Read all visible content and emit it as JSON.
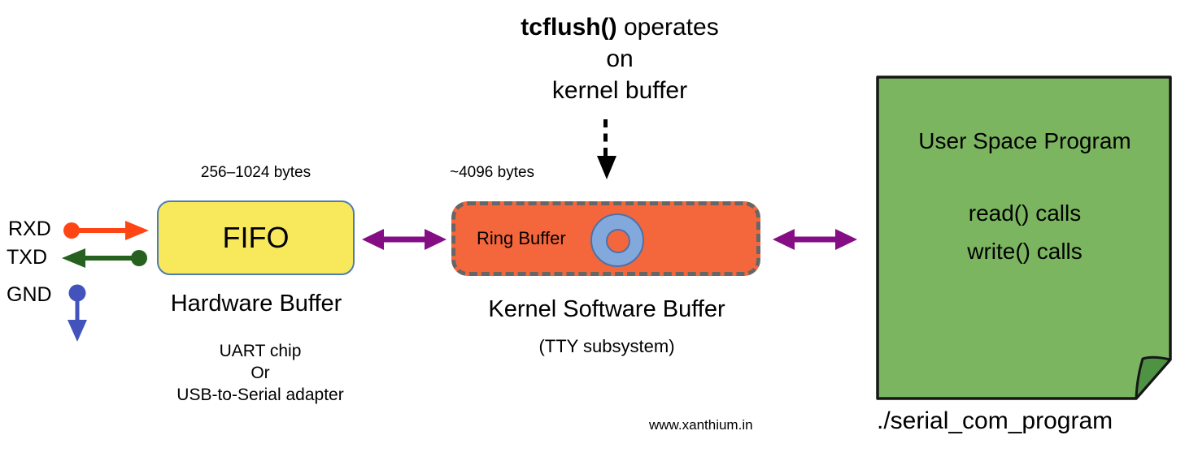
{
  "annotation": {
    "bold": "tcflush()",
    "rest": " operates",
    "line2": "on",
    "line3": "kernel buffer"
  },
  "hardware": {
    "size_label": "256–1024 bytes",
    "box_label": "FIFO",
    "caption": "Hardware Buffer",
    "sub_lines": [
      "UART chip",
      "Or",
      "USB-to-Serial adapter"
    ],
    "fill": "#F8E95C",
    "border": "#4E7CB5"
  },
  "pins": {
    "rxd": "RXD",
    "txd": "TXD",
    "gnd": "GND",
    "rxd_color": "#FF4514",
    "txd_color": "#27611F",
    "gnd_color": "#4254BC"
  },
  "kernel": {
    "size_label": "~4096 bytes",
    "box_label": "Ring Buffer",
    "caption": "Kernel Software Buffer",
    "subcaption": "(TTY subsystem)",
    "fill": "#F4673C",
    "border": "#666666",
    "ring_fill": "#83A9DC",
    "ring_border": "#4D71A8"
  },
  "userspace": {
    "title": "User Space Program",
    "read_line": "read() calls",
    "write_line": "write() calls",
    "caption": "./serial_com_program",
    "fill": "#7BB560",
    "fold_fill": "#4D9343",
    "border": "#161616"
  },
  "arrows": {
    "bidirectional_color": "#850E85"
  },
  "watermark": "www.xanthium.in"
}
